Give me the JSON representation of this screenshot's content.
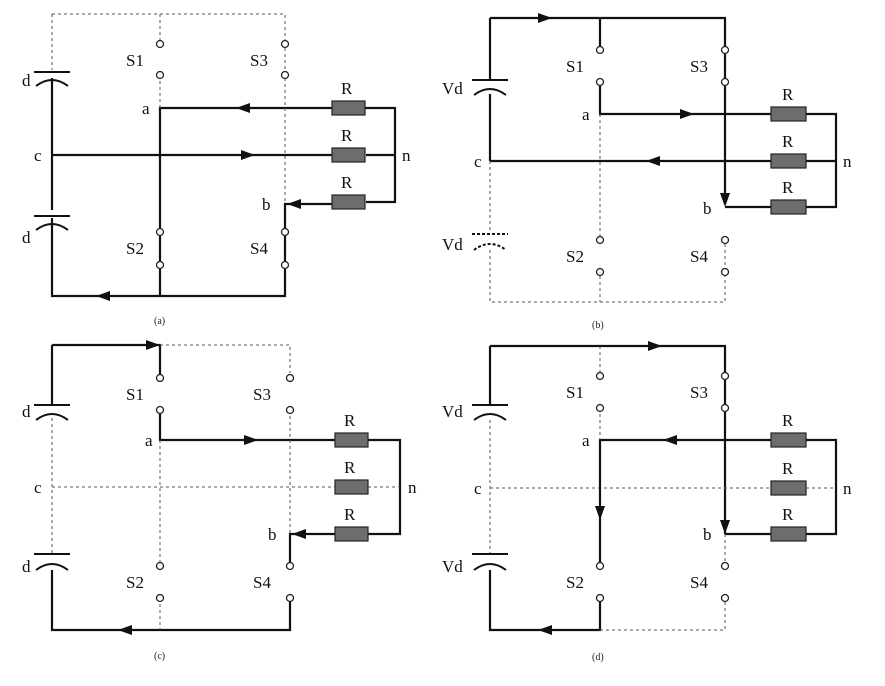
{
  "panels": [
    {
      "id": "a",
      "caption": "(a)",
      "switches": {
        "s1": "S1",
        "s2": "S2",
        "s3": "S3",
        "s4": "S4"
      },
      "nodes": {
        "a": "a",
        "b": "b",
        "c": "c",
        "n": "n"
      },
      "resistor_label": "R",
      "capacitor_labels": [
        "d",
        "d"
      ]
    },
    {
      "id": "b",
      "caption": "(b)",
      "switches": {
        "s1": "S1",
        "s2": "S2",
        "s3": "S3",
        "s4": "S4"
      },
      "nodes": {
        "a": "a",
        "b": "b",
        "c": "c",
        "n": "n"
      },
      "resistor_label": "R",
      "capacitor_labels": [
        "Vd",
        "Vd"
      ]
    },
    {
      "id": "c",
      "caption": "(c)",
      "switches": {
        "s1": "S1",
        "s2": "S2",
        "s3": "S3",
        "s4": "S4"
      },
      "nodes": {
        "a": "a",
        "b": "b",
        "c": "c",
        "n": "n"
      },
      "resistor_label": "R",
      "capacitor_labels": [
        "d",
        "d"
      ]
    },
    {
      "id": "d",
      "caption": "(d)",
      "switches": {
        "s1": "S1",
        "s2": "S2",
        "s3": "S3",
        "s4": "S4"
      },
      "nodes": {
        "a": "a",
        "b": "b",
        "c": "c",
        "n": "n"
      },
      "resistor_label": "R",
      "capacitor_labels": [
        "Vd",
        "Vd"
      ]
    }
  ]
}
